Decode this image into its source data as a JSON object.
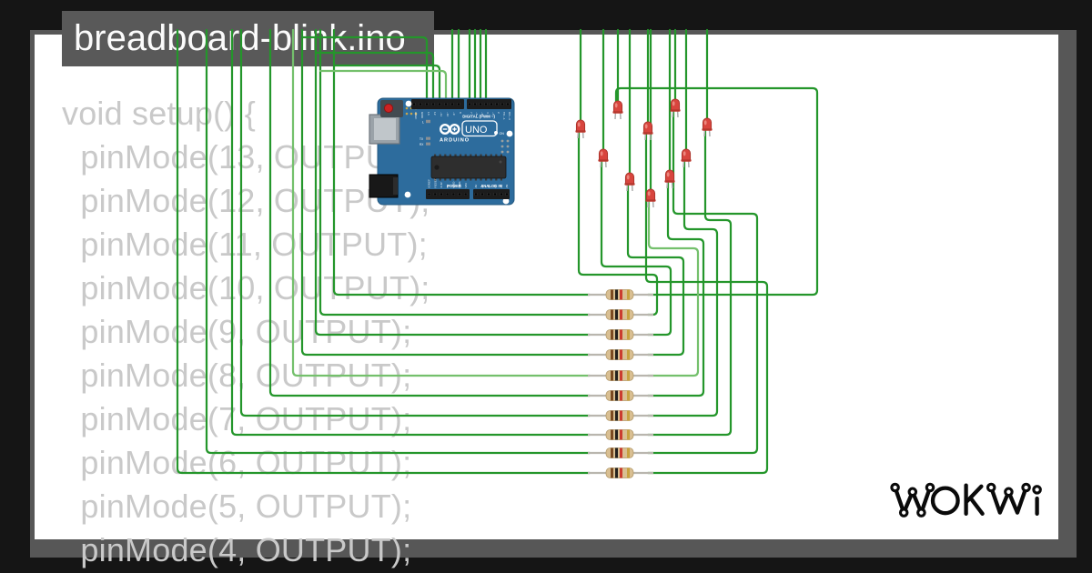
{
  "title_tab": {
    "label": "breadboard-blink.ino",
    "bg": "#595959",
    "text_color": "#fbfbfb"
  },
  "code_preview": {
    "color": "#c9c9c9",
    "lines": [
      "void setup() {",
      "  pinMode(13, OUTPUT);",
      "  pinMode(12, OUTPUT);",
      "  pinMode(11, OUTPUT);",
      "  pinMode(10, OUTPUT);",
      "  pinMode(9, OUTPUT);",
      "  pinMode(8, OUTPUT);",
      "  pinMode(7, OUTPUT);",
      "  pinMode(6, OUTPUT);",
      "  pinMode(5, OUTPUT);",
      "  pinMode(4, OUTPUT);"
    ]
  },
  "diagram": {
    "wire_colors": {
      "primary": "#24962b",
      "light": "#74c06c"
    },
    "led_count": 10,
    "resistor_count": 10,
    "led_color": "#d8453e",
    "resistor": {
      "body": "#d9bf92",
      "bands": [
        "#7a4a21",
        "#23211e",
        "#cb3b2e",
        "#c8a23f"
      ]
    },
    "arduino": {
      "board_color": "#2d6c9d",
      "labels": {
        "model": "UNO",
        "brand": "ARDUINO",
        "digital_header": "DIGITAL (PWM ~)",
        "power_header": "POWER",
        "analog_header": "ANALOG IN",
        "on": "ON",
        "builtin_led": "L",
        "tx": "TX",
        "rx": "RX"
      },
      "digital_pins_left": [
        "AREF",
        "GND",
        "13",
        "12",
        "~11",
        "~10",
        "~9",
        "8"
      ],
      "digital_pins_right": [
        "7",
        "~6",
        "~5",
        "4",
        "~3",
        "2",
        "TX→1",
        "RX←0"
      ],
      "power_pins": [
        "IOREF",
        "RESET",
        "3.3V",
        "5V",
        "GND",
        "GND",
        "VIN"
      ],
      "analog_pins": [
        "A0",
        "A1",
        "A2",
        "A3",
        "A4",
        "A5"
      ]
    }
  },
  "logo": {
    "text": "WOKWI",
    "color": "#0a0a0a"
  }
}
